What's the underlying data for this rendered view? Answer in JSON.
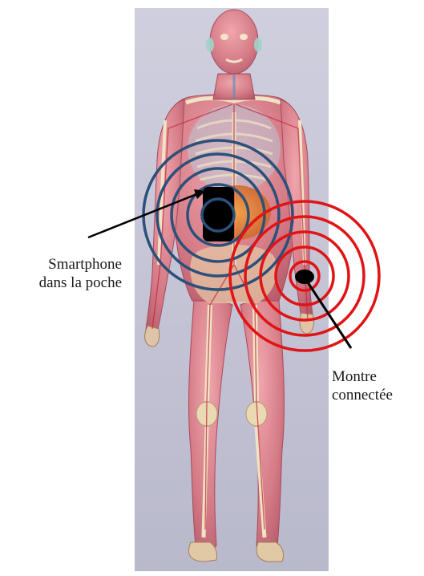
{
  "labels": {
    "smartphone": [
      "Smartphone",
      "dans la poche"
    ],
    "watch": [
      "Montre",
      "connectée"
    ]
  },
  "colors": {
    "panel_background": "#c8c8d8",
    "phone_waves": "#2b5079",
    "watch_waves": "#e01414",
    "device": "#000000",
    "body_tone": "#d9818a"
  },
  "icons": {
    "smartphone": "smartphone-icon",
    "watch": "smartwatch-icon"
  }
}
